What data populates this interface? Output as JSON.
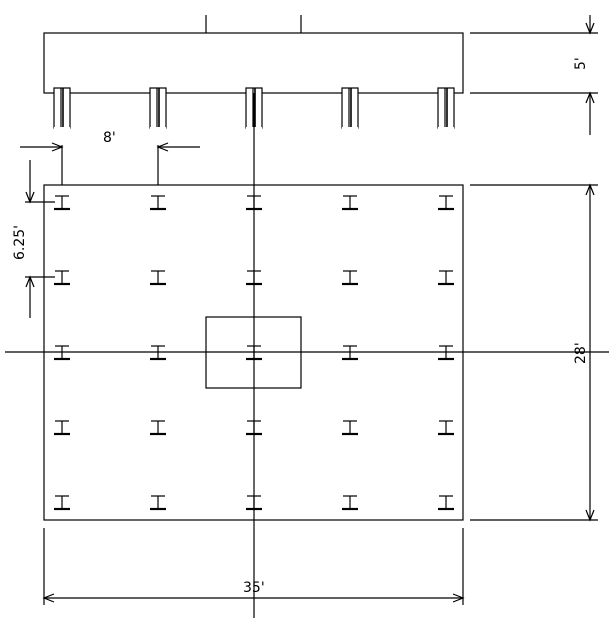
{
  "dimensions": {
    "cap_depth": "5'",
    "pile_spacing_x": "8'",
    "pile_spacing_y": "6.25'",
    "plan_width": "35'",
    "plan_height": "28'"
  },
  "grid": {
    "columns": 5,
    "rows": 5
  },
  "colors": {
    "line": "#000000",
    "background": "#ffffff"
  }
}
